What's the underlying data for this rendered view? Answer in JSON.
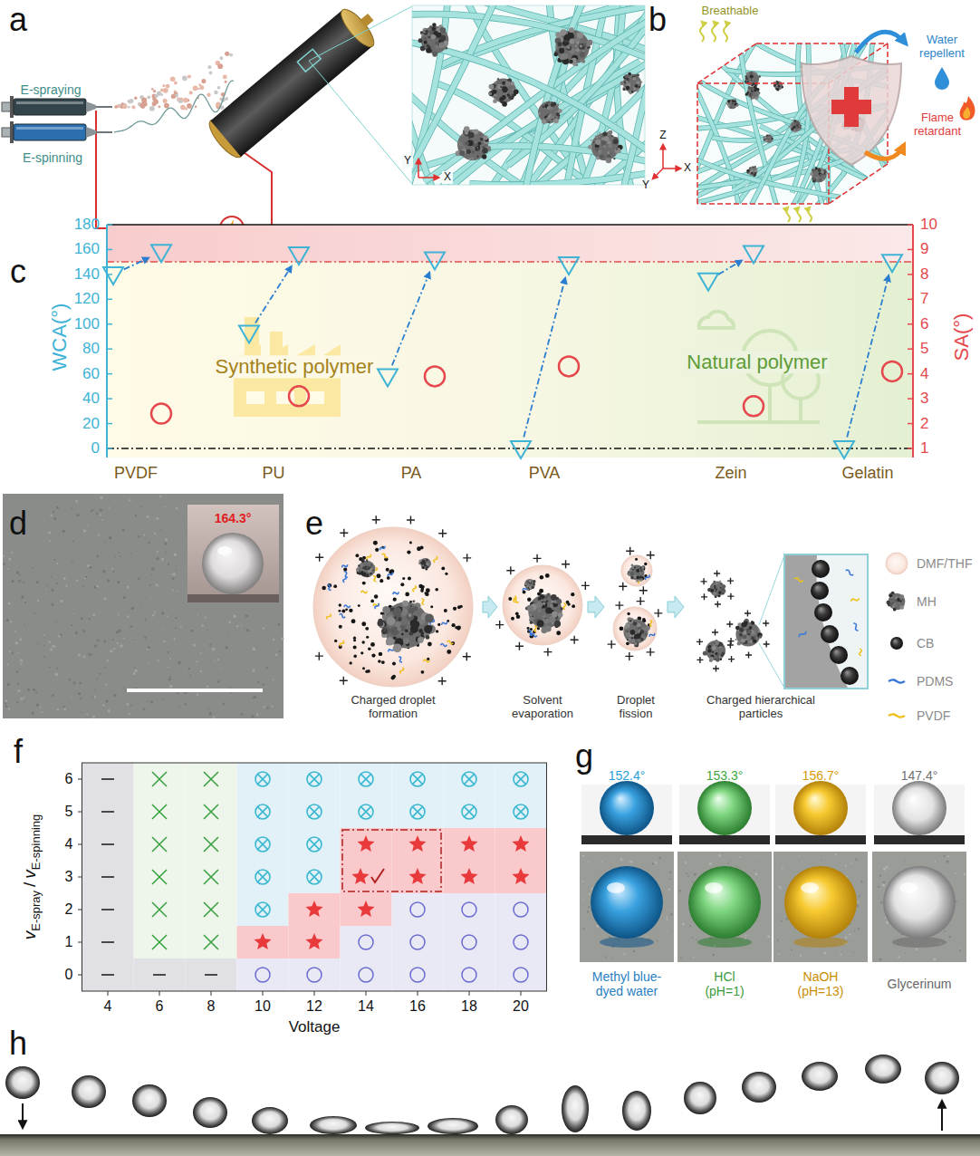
{
  "diagram": {
    "nodes": [
      {
        "text": [
          "Charged droplet formation"
        ]
      },
      {
        "text": [
          "Solvent evaporation"
        ]
      },
      {
        "text": [
          "Droplet fission"
        ]
      },
      {
        "text": [
          "Charged hierarchical particles"
        ]
      }
    ],
    "edges": [
      {
        "from": 0,
        "to": 1,
        "arrow": "to"
      },
      {
        "from": 1,
        "to": 2,
        "arrow": "to"
      },
      {
        "from": 2,
        "to": 3,
        "arrow": "to"
      }
    ],
    "labels": [
      "a",
      "E-spraying",
      "E-spinning",
      "Y",
      "X",
      "b",
      "Breathable",
      "Water repellent",
      "Flame retardant",
      "Z",
      "Y",
      "X",
      "c",
      "WCA(°)",
      "SA(°)",
      "0",
      "20",
      "40",
      "60",
      "80",
      "100",
      "120",
      "140",
      "160",
      "180",
      "1",
      "2",
      "3",
      "4",
      "5",
      "6",
      "7",
      "8",
      "9",
      "10",
      "Synthetic polymer",
      "Natural polymer",
      "PVDF",
      "PU",
      "PA",
      "PVA",
      "Zein",
      "Gelatin",
      "d",
      "164.3°",
      "e",
      "f",
      "v",
      "E-spray",
      "/",
      "v",
      "E-spinning",
      "0",
      "1",
      "2",
      "3",
      "4",
      "5",
      "6",
      "4",
      "6",
      "8",
      "10",
      "12",
      "14",
      "16",
      "18",
      "20",
      "Voltage",
      "g",
      "152.4°",
      "153.3°",
      "156.7°",
      "147.4°",
      "Methyl blue-dyed water",
      "HCl (pH=1)",
      "NaOH (pH=13)",
      "Glycerinum",
      "h"
    ],
    "legend": [
      {
        "text": "DMF/THF"
      },
      {
        "text": "MH"
      },
      {
        "text": "CB"
      },
      {
        "text": "PDMS"
      },
      {
        "text": "PVDF"
      }
    ]
  }
}
